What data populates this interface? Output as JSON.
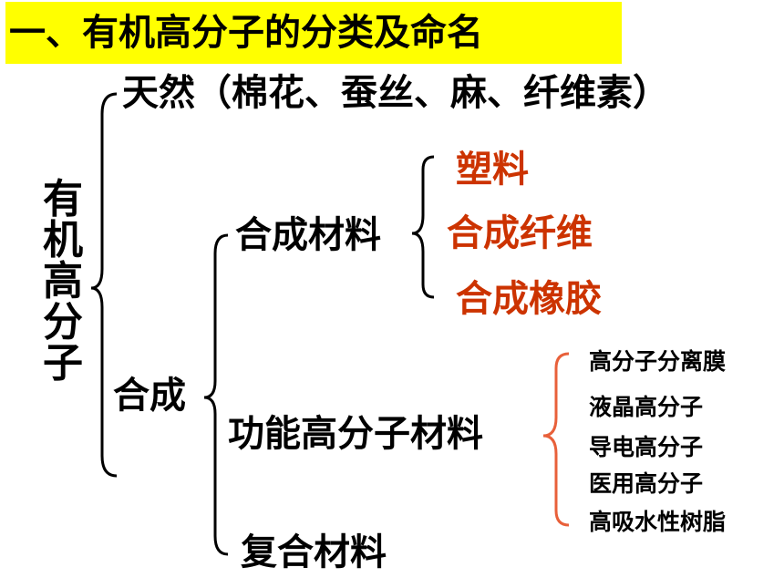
{
  "title": "一、有机高分子的分类及命名",
  "root": "有机高分子",
  "natural": "天然（棉花、蚕丝、麻、纤维素）",
  "synthetic": "合成",
  "synthetic_materials": {
    "label": "合成材料",
    "items": [
      "塑料",
      "合成纤维",
      "合成橡胶"
    ]
  },
  "functional_materials": {
    "label": "功能高分子材料",
    "items": [
      "高分子分离膜",
      "液晶高分子",
      "导电高分子",
      "医用高分子",
      "高吸水性树脂"
    ]
  },
  "composite_materials": "复合材料",
  "colors": {
    "title_highlight": "#ffff00",
    "accent_text": "#cc3300",
    "accent_brace": "#e8603a",
    "text": "#000000"
  }
}
